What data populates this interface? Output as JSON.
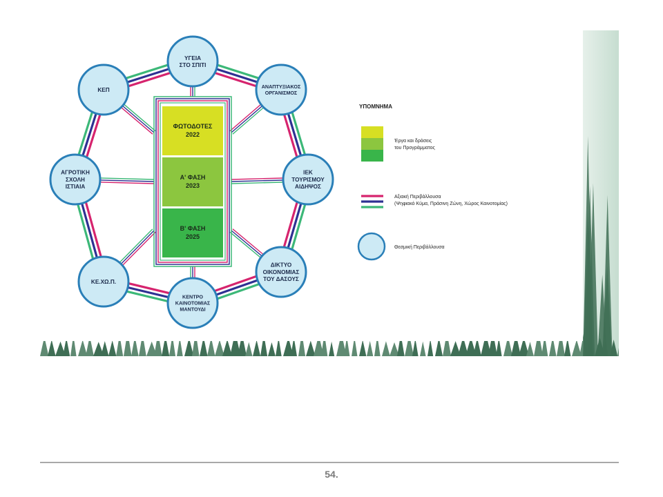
{
  "nodes": [
    {
      "id": "top",
      "lines": [
        "ΥΓΕΙΑ",
        "ΣΤΟ ΣΠΙΤΙ"
      ]
    },
    {
      "id": "topright",
      "lines": [
        "ΑΝΑΠΤΥΞΙΑΚΟΣ",
        "ΟΡΓΑΝΙΣΜΟΣ"
      ]
    },
    {
      "id": "right",
      "lines": [
        "ΙΕΚ",
        "ΤΟΥΡΙΣΜΟΥ",
        "ΑΙΔΗΨΟΣ"
      ]
    },
    {
      "id": "bottomright",
      "lines": [
        "ΔΙΚΤΥΟ",
        "ΟΙΚΟΝΟΜΙΑΣ",
        "ΤΟΥ ΔΑΣΟΥΣ"
      ]
    },
    {
      "id": "bottom",
      "lines": [
        "ΚΕΝΤΡΟ",
        "ΚΑΙΝΟΤΟΜΙΑΣ",
        "ΜΑΝΤΟΥΔΙ"
      ]
    },
    {
      "id": "bottomleft",
      "lines": [
        "ΚΕ.ΧΩ.Π."
      ]
    },
    {
      "id": "left",
      "lines": [
        "ΑΓΡΟΤΙΚΗ",
        "ΣΧΟΛΗ",
        "ΙΣΤΙΑΙΑ"
      ]
    },
    {
      "id": "topleft",
      "lines": [
        "ΚΕΠ"
      ]
    }
  ],
  "phases": [
    {
      "lines": [
        "ΦΩΤΟΔΟΤΕΣ",
        "2022"
      ],
      "color": "#d7df23"
    },
    {
      "lines": [
        "Α' ΦΑΣΗ",
        "2023"
      ],
      "color": "#8cc63f"
    },
    {
      "lines": [
        "Β' ΦΑΣΗ",
        "2025"
      ],
      "color": "#39b54a"
    }
  ],
  "legend": {
    "title": "ΥΠΟΜΝΗΜΑ",
    "projects_label": [
      "Έργα και δράσεις",
      "του Προγράμματος"
    ],
    "projects_colors": [
      "#d7df23",
      "#8cc63f",
      "#39b54a"
    ],
    "values_label": [
      "Αξιακή Περιβάλλουσα",
      "(Ψηφιακό Κύμα, Πράσινη Ζώνη, Χώρος Καινοτομίας)"
    ],
    "values_colors": [
      "#d6246e",
      "#2e3192",
      "#3cb878"
    ],
    "institutional_label": "Θεσμική Περιβάλλουσα"
  },
  "colors": {
    "node_fill": "#cdeaf5",
    "node_stroke": "#2a7fb8",
    "line_pink": "#d6246e",
    "line_navy": "#2e3192",
    "line_green": "#3cb878"
  },
  "footer": {
    "page_number": "54."
  }
}
